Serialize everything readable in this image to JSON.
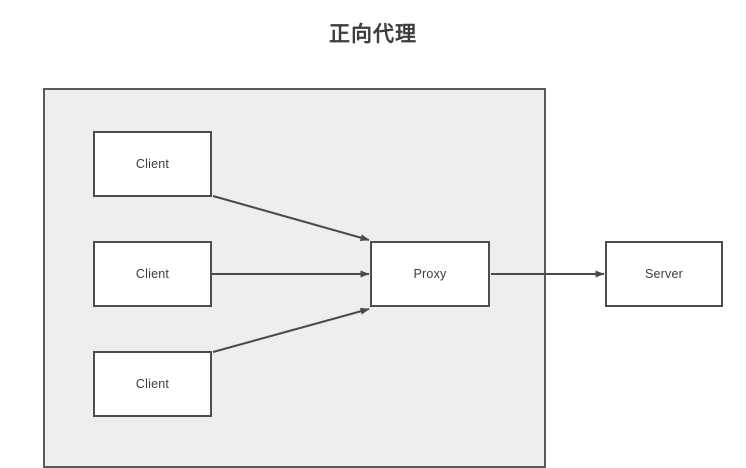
{
  "diagram": {
    "title": "正向代理",
    "type": "forward-proxy-network-diagram",
    "background_color": "#ffffff",
    "zone": {
      "label": "",
      "fill_color": "#eeeeee",
      "border_color": "#5a5a5a",
      "note": "gray region enclosing the clients and the proxy"
    },
    "nodes": [
      {
        "id": "client-1",
        "label": "Client",
        "group": "zone"
      },
      {
        "id": "client-2",
        "label": "Client",
        "group": "zone"
      },
      {
        "id": "client-3",
        "label": "Client",
        "group": "zone"
      },
      {
        "id": "proxy",
        "label": "Proxy",
        "group": "zone"
      },
      {
        "id": "server",
        "label": "Server",
        "group": "outside"
      }
    ],
    "edges": [
      {
        "id": "edge-client1-proxy",
        "from": "client-1",
        "to": "proxy",
        "label": "",
        "arrow": "end"
      },
      {
        "id": "edge-client2-proxy",
        "from": "client-2",
        "to": "proxy",
        "label": "",
        "arrow": "end"
      },
      {
        "id": "edge-client3-proxy",
        "from": "client-3",
        "to": "proxy",
        "label": "",
        "arrow": "end"
      },
      {
        "id": "edge-proxy-server",
        "from": "proxy",
        "to": "server",
        "label": "",
        "arrow": "end"
      }
    ],
    "colors": {
      "node_fill": "#ffffff",
      "node_border": "#4d4d4d",
      "line": "#4a4a4a",
      "text": "#3d3d3d",
      "title": "#3c3c3c"
    }
  }
}
